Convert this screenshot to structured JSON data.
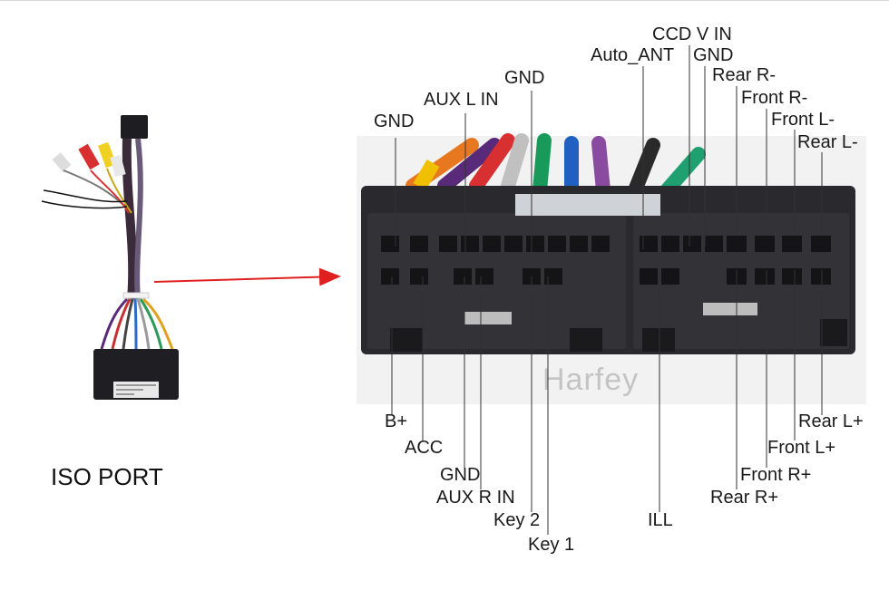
{
  "iso_label": "ISO PORT",
  "watermark": "Harfey",
  "colors": {
    "arrow": "#e02020",
    "connector": "#2a2a2e",
    "leader": "#333333"
  },
  "pins_top": [
    {
      "name": "GND"
    },
    {
      "name": "AUX L IN"
    },
    {
      "name": "GND"
    },
    {
      "name": "Auto_ANT"
    },
    {
      "name": "CCD V IN"
    },
    {
      "name": "GND"
    },
    {
      "name": "Rear R-"
    },
    {
      "name": "Front R-"
    },
    {
      "name": "Front L-"
    },
    {
      "name": "Rear L-"
    }
  ],
  "pins_bottom": [
    {
      "name": "B+"
    },
    {
      "name": "ACC"
    },
    {
      "name": "GND"
    },
    {
      "name": "AUX R IN"
    },
    {
      "name": "Key 2"
    },
    {
      "name": "Key 1"
    },
    {
      "name": "ILL"
    },
    {
      "name": "Rear R+"
    },
    {
      "name": "Front R+"
    },
    {
      "name": "Front L+"
    },
    {
      "name": "Rear L+"
    }
  ]
}
